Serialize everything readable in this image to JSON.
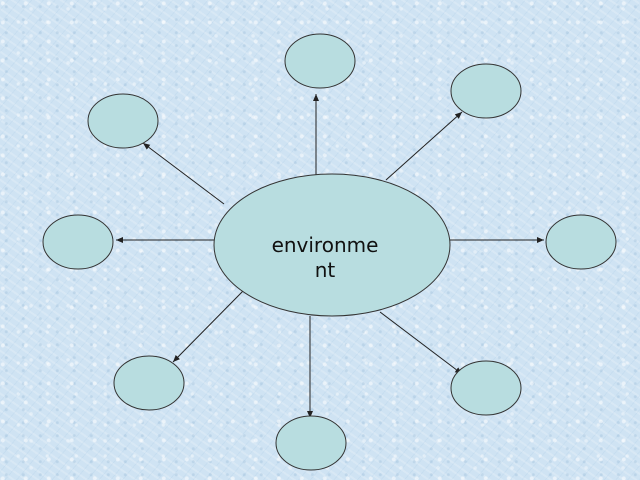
{
  "center": {
    "label": "environme\nnt"
  },
  "outer_nodes": [
    {
      "id": "top",
      "label": ""
    },
    {
      "id": "upper-right",
      "label": ""
    },
    {
      "id": "upper-left",
      "label": ""
    },
    {
      "id": "left",
      "label": ""
    },
    {
      "id": "right",
      "label": ""
    },
    {
      "id": "lower-left",
      "label": ""
    },
    {
      "id": "lower-right",
      "label": ""
    },
    {
      "id": "bottom",
      "label": ""
    }
  ],
  "colors": {
    "background": "#cfe3f3",
    "node_fill": "#b8dde0",
    "stroke": "#333333"
  }
}
